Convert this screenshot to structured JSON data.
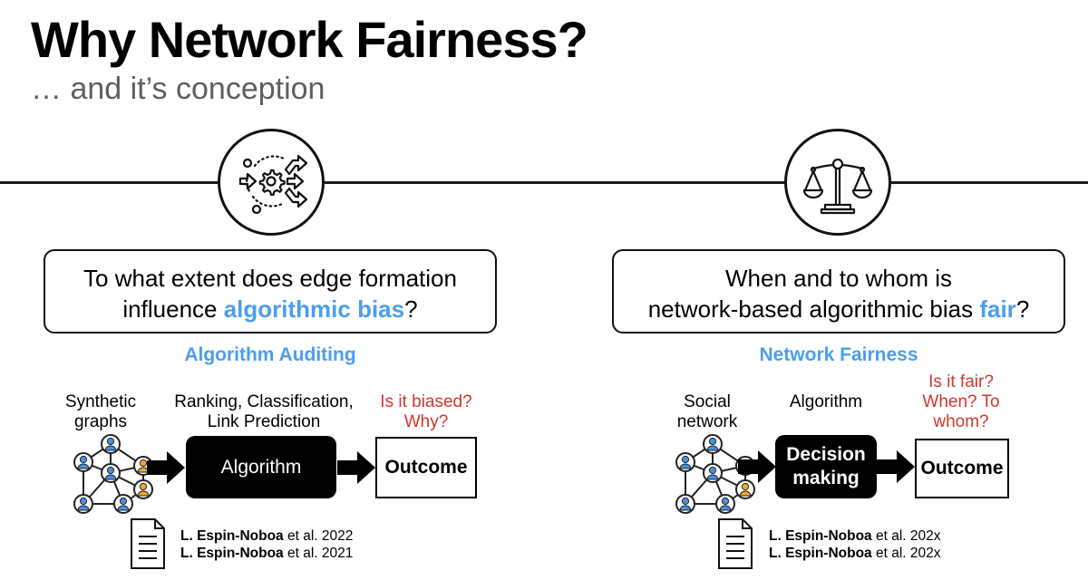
{
  "header": {
    "title": "Why Network Fairness?",
    "subtitle": "… and it’s conception"
  },
  "icons": {
    "left": "process-gear-arrows-icon",
    "right": "balance-scale-icon"
  },
  "colors": {
    "highlight_blue": "#4a9ef0",
    "question_red": "#d1372b",
    "node_blue": "#4a90e2",
    "node_orange": "#f0a830"
  },
  "left": {
    "question_prefix": "To what extent does edge formation influence ",
    "question_highlight": "algorithmic bias",
    "question_suffix": "?",
    "question_line1": "To what extent does edge formation",
    "question_line2_prefix": "influence ",
    "section_label": "Algorithm Auditing",
    "input_label_line1": "Synthetic",
    "input_label_line2": "graphs",
    "algo_label_line1": "Ranking, Classification,",
    "algo_label_line2": "Link Prediction",
    "outcome_question_line1": "Is it biased?",
    "outcome_question_line2": "Why?",
    "algo_box": "Algorithm",
    "outcome_box": "Outcome",
    "refs": [
      {
        "author": "L. Espin-Noboa",
        "rest": " et al. 2022"
      },
      {
        "author": "L. Espin-Noboa",
        "rest": " et al. 2021"
      }
    ]
  },
  "right": {
    "question_line1": "When and to whom is",
    "question_line2_prefix": "network-based algorithmic bias ",
    "question_highlight": "fair",
    "question_suffix": "?",
    "section_label": "Network Fairness",
    "input_label_line1": "Social",
    "input_label_line2": "network",
    "algo_label_line1": "Algorithm",
    "outcome_question_line1": "Is it fair?",
    "outcome_question_line2": "When? To",
    "outcome_question_line3": "whom?",
    "algo_box_line1": "Decision",
    "algo_box_line2": "making",
    "outcome_box": "Outcome",
    "refs": [
      {
        "author": "L. Espin-Noboa",
        "rest": " et al. 202x"
      },
      {
        "author": "L. Espin-Noboa",
        "rest": " et al. 202x"
      }
    ]
  }
}
